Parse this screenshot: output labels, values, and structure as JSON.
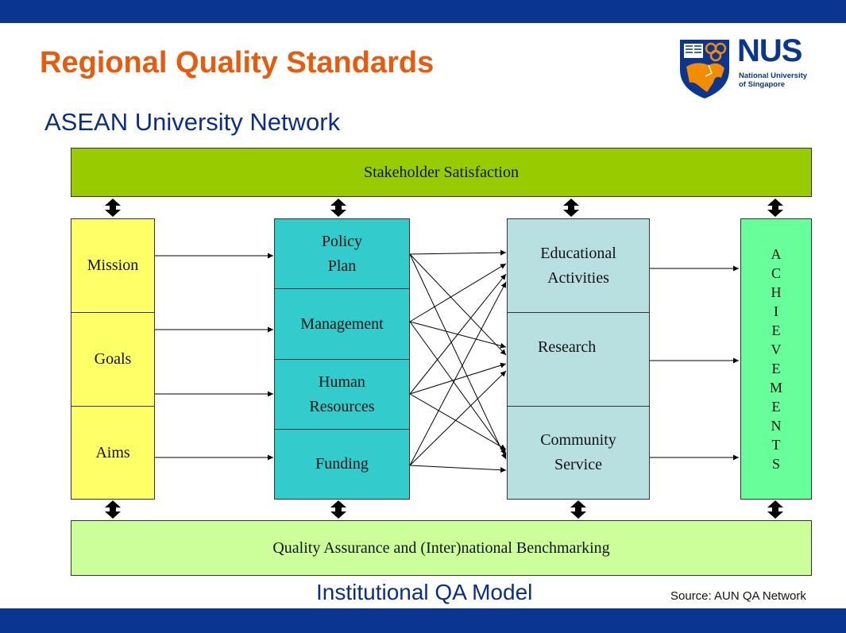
{
  "slide": {
    "title": "Regional Quality Standards",
    "subtitle": "ASEAN University Network",
    "caption": "Institutional QA Model",
    "source": "Source: AUN QA Network"
  },
  "logo": {
    "name": "NUS",
    "line1": "National University",
    "line2": "of Singapore"
  },
  "diagram": {
    "top_bar": "Stakeholder Satisfaction",
    "bottom_bar": "Quality Assurance and (Inter)national Benchmarking",
    "column1": [
      "Mission",
      "Goals",
      "Aims"
    ],
    "column2": [
      {
        "line1": "Policy",
        "line2": "Plan"
      },
      {
        "line1": "Management",
        "line2": ""
      },
      {
        "line1": "Human",
        "line2": "Resources"
      },
      {
        "line1": "Funding",
        "line2": ""
      }
    ],
    "column3": [
      {
        "line1": "Educational",
        "line2": "Activities"
      },
      {
        "line1": "Research",
        "line2": ""
      },
      {
        "line1": "Community",
        "line2": "Service"
      }
    ],
    "achievements_letters": [
      "A",
      "C",
      "H",
      "I",
      "E",
      "V",
      "E",
      "M",
      "E",
      "N",
      "T",
      "S"
    ]
  },
  "colors": {
    "band": "#0a3591",
    "title": "#e85a0c",
    "subtitle": "#0a2e8c",
    "stakeholder_bar": "#99cc00",
    "qa_bar": "#ccff99",
    "column1": "#ffff66",
    "column2": "#33cccc",
    "column3": "#b8e0e0",
    "achievements": "#66ff99"
  }
}
